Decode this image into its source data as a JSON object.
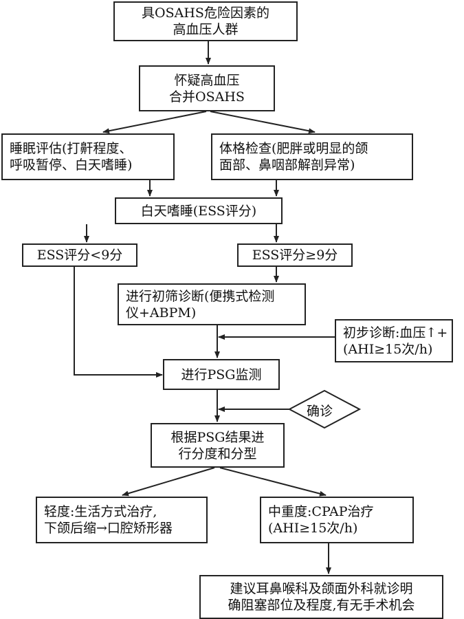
{
  "nodes": {
    "n1": [
      "具OSAHS危险因素的",
      "高血压人群"
    ],
    "n2": [
      "怀疑高血压",
      "合并OSAHS"
    ],
    "n3": [
      "睡眠评估(打鼾程度、",
      "呼吸暂停、白天嗜睡)"
    ],
    "n4": [
      "体格检查(肥胖或明显的颌",
      "面部、鼻咽部解剖异常)"
    ],
    "n5": [
      "白天嗜睡(ESS评分)"
    ],
    "n6": [
      "ESS评分<9分"
    ],
    "n7": [
      "ESS评分≥9分"
    ],
    "n8": [
      "进行初筛诊断(便携式检测",
      "仪+ABPM)"
    ],
    "n9": [
      "初步诊断:血压↑+",
      "(AHI≥15次/h)"
    ],
    "n10": [
      "进行PSG监测"
    ],
    "n11": [
      "确诊"
    ],
    "n12": [
      "根据PSG结果进",
      "行分度和分型"
    ],
    "n13": [
      "轻度:生活方式治疗,",
      "下颌后缩→口腔矫形器"
    ],
    "n14": [
      "中重度:CPAP治疗",
      "(AHI≥15次/h)"
    ],
    "n15": [
      "建议耳鼻喉科及颌面外科就诊明",
      "确阻塞部位及程度,有无手术机会"
    ]
  }
}
